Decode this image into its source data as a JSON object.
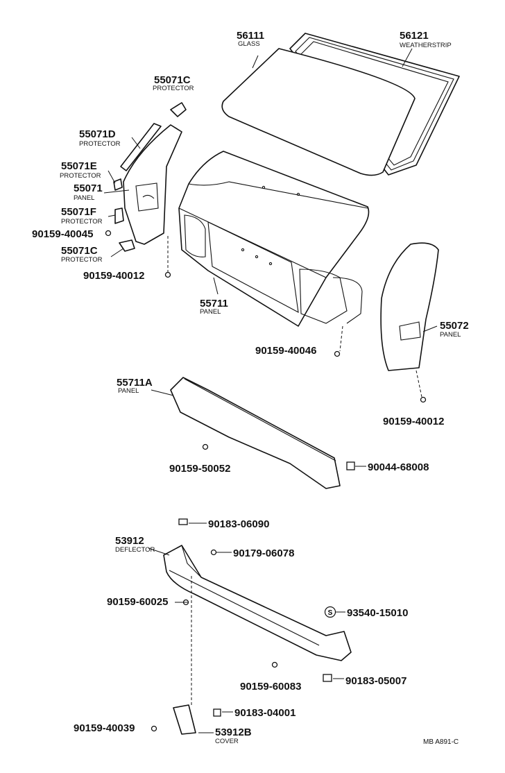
{
  "parts": {
    "p56111": {
      "number": "56111",
      "name": "GLASS"
    },
    "p56121": {
      "number": "56121",
      "name": "WEATHERSTRIP"
    },
    "p55071C_top": {
      "number": "55071C",
      "name": "PROTECTOR"
    },
    "p55071D": {
      "number": "55071D",
      "name": "PROTECTOR"
    },
    "p55071E": {
      "number": "55071E",
      "name": "PROTECTOR"
    },
    "p55071": {
      "number": "55071",
      "name": "PANEL"
    },
    "p55071F": {
      "number": "55071F",
      "name": "PROTECTOR"
    },
    "p55071C_bottom": {
      "number": "55071C",
      "name": "PROTECTOR"
    },
    "p55711": {
      "number": "55711",
      "name": "PANEL"
    },
    "p55072": {
      "number": "55072",
      "name": "PANEL"
    },
    "p55711A": {
      "number": "55711A",
      "name": "PANEL"
    },
    "p53912": {
      "number": "53912",
      "name": "DEFLECTOR"
    },
    "p53912B": {
      "number": "53912B",
      "name": "COVER"
    }
  },
  "fasteners": {
    "f90159_40045": "90159-40045",
    "f90159_40012_left": "90159-40012",
    "f90159_40046": "90159-40046",
    "f90159_40012_right": "90159-40012",
    "f90159_50052": "90159-50052",
    "f90044_68008": "90044-68008",
    "f90183_06090": "90183-06090",
    "f90179_06078": "90179-06078",
    "f90159_60025": "90159-60025",
    "f93540_15010": "93540-15010",
    "f90159_60083": "90159-60083",
    "f90183_05007": "90183-05007",
    "f90183_04001": "90183-04001",
    "f90159_40039": "90159-40039"
  },
  "symbol_s": "S",
  "reference_code": "MB A891-C"
}
